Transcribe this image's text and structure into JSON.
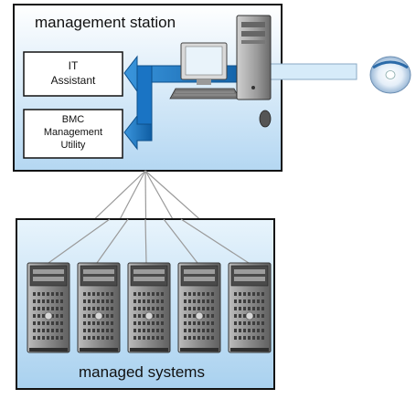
{
  "management_station": {
    "title": "management station",
    "apps": {
      "it_assistant": [
        "IT",
        "Assistant"
      ],
      "bmc_utility": [
        "BMC",
        "Management",
        "Utility"
      ]
    }
  },
  "managed_systems": {
    "title": "managed systems",
    "server_count": 5
  },
  "colors": {
    "panel_fill_top": "#ffffff",
    "panel_fill_bottom": "#b8daf3",
    "panel_border": "#111111",
    "arrow_blue": "#1f7fcf",
    "arrow_dark": "#0d4f8a",
    "bar_light": "#d8ecf9",
    "line_gray": "#9a9a9a",
    "server_gray": "#8e8e8e",
    "server_dark": "#555555"
  }
}
